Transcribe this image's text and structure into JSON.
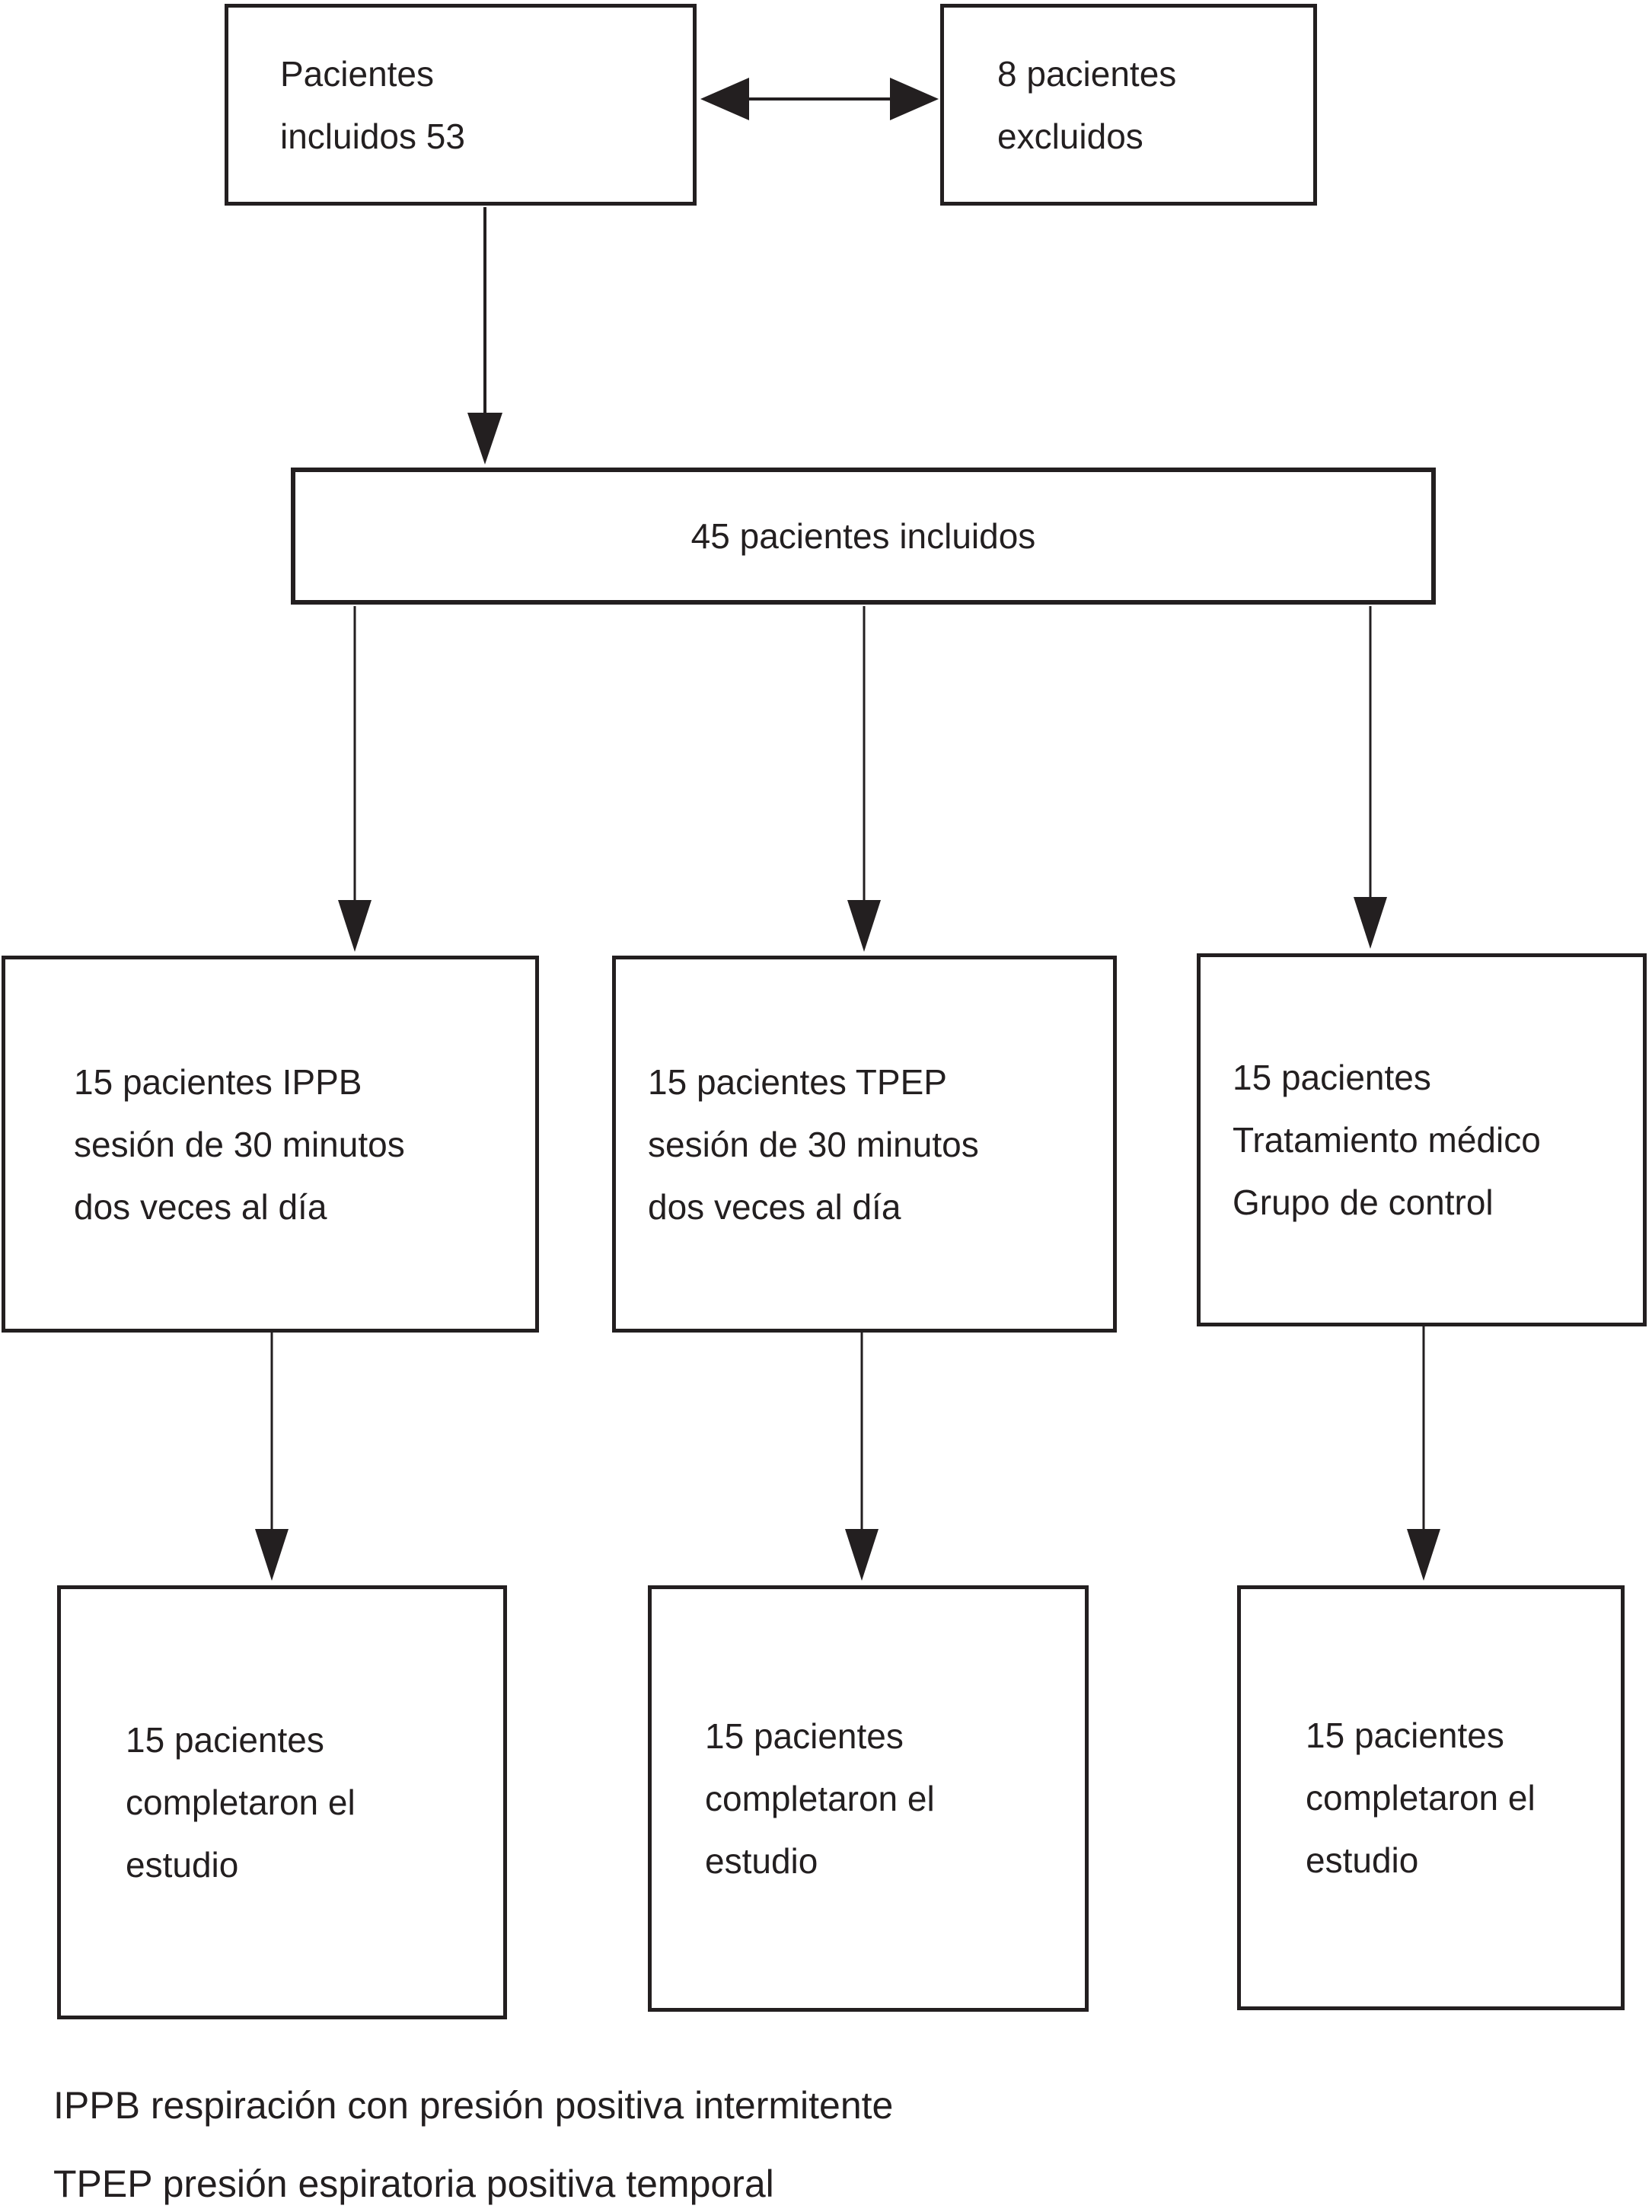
{
  "flowchart": {
    "colors": {
      "ink": "#231f20",
      "background": "#ffffff"
    },
    "boxes": {
      "enrolled": {
        "lines": [
          "Pacientes",
          "incluidos 53"
        ]
      },
      "excluded": {
        "lines": [
          "8 pacientes",
          "excluidos"
        ]
      },
      "included": {
        "lines": [
          "45 pacientes incluidos"
        ]
      },
      "ippb_group": {
        "lines": [
          "15 pacientes IPPB",
          "sesión de 30 minutos",
          "dos veces al día"
        ]
      },
      "tpep_group": {
        "lines": [
          "15 pacientes TPEP",
          "sesión de 30 minutos",
          "dos veces al día"
        ]
      },
      "control_group": {
        "lines": [
          "15 pacientes",
          "Tratamiento médico",
          "Grupo de control"
        ]
      },
      "ippb_completed": {
        "lines": [
          "15 pacientes",
          "completaron el",
          "estudio"
        ]
      },
      "tpep_completed": {
        "lines": [
          "15 pacientes",
          "completaron el",
          "estudio"
        ]
      },
      "control_completed": {
        "lines": [
          "15 pacientes",
          "completaron el",
          "estudio"
        ]
      }
    },
    "footnotes": [
      "IPPB respiración con presión positiva intermitente",
      "TPEP presión espiratoria positiva temporal"
    ]
  }
}
